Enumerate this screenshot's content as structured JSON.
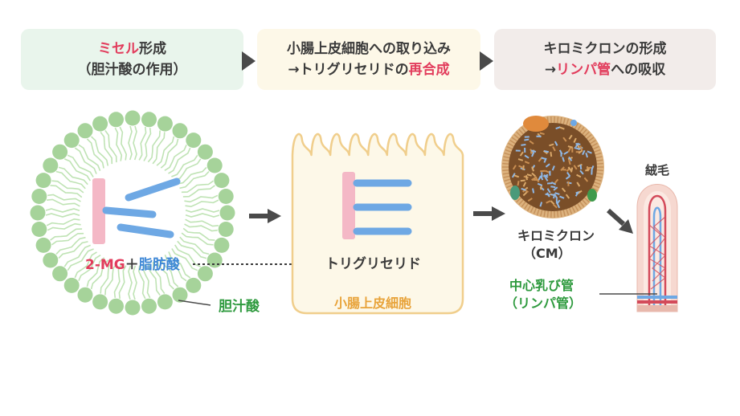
{
  "colors": {
    "step1_bg": "#e9f5ec",
    "step2_bg": "#fdf8e8",
    "step3_bg": "#f2ecea",
    "highlight": "#e23c5c",
    "mg_pink": "#f4b8c6",
    "fatty_acid_blue": "#6ea8e4",
    "bile_green": "#a6d39a",
    "cell_orange": "#f0b85a",
    "green_label": "#2e9a3e",
    "arrow": "#4a4a4a"
  },
  "steps": [
    {
      "pre": "",
      "hl": "ミセル",
      "post": "形成",
      "line2_pre": "（胆汁酸の作用）",
      "line2_hl": "",
      "line2_post": ""
    },
    {
      "pre": "小腸上皮細胞への取り込み",
      "hl": "",
      "post": "",
      "line2_pre": "→トリグリセリドの",
      "line2_hl": "再合成",
      "line2_post": ""
    },
    {
      "pre": "キロミクロンの形成",
      "hl": "",
      "post": "",
      "line2_pre": "→",
      "line2_hl": "リンパ管",
      "line2_post": "への吸収"
    }
  ],
  "labels": {
    "mg": "2-MG",
    "plus": "＋",
    "fatty_acid": "脂肪酸",
    "bile_acid": "胆汁酸",
    "triglyceride": "トリグリセリド",
    "intestinal_cell": "小腸上皮細胞",
    "chylomicron": "キロミクロン",
    "cm": "（CM）",
    "villus": "絨毛",
    "central_lacteal": "中心乳び管",
    "lymph": "（リンパ管）"
  },
  "icons": {
    "step_arrow": "right-triangle-icon",
    "process_arrow": "right-arrow-icon"
  }
}
